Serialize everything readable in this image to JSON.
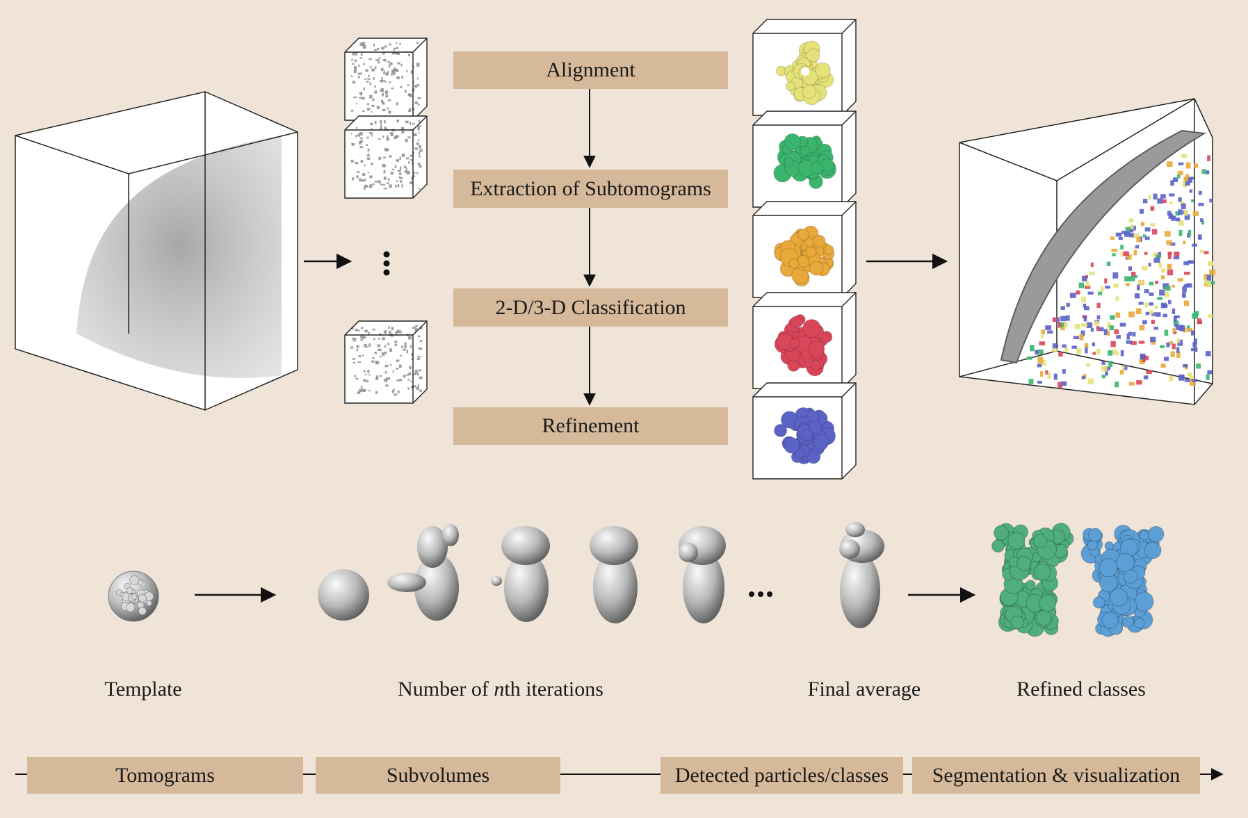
{
  "workflow": {
    "steps": [
      "Alignment",
      "Extraction of Subtomograms",
      "2-D/3-D Classification",
      "Refinement"
    ]
  },
  "captions": {
    "template": "Template",
    "iterations_prefix": "Number of ",
    "iterations_italic": "n",
    "iterations_suffix": "th iterations",
    "final_average": "Final average",
    "refined_classes": "Refined classes"
  },
  "pipeline": {
    "stages": [
      "Tomograms",
      "Subvolumes",
      "Detected particles/classes",
      "Segmentation & visualization"
    ]
  },
  "colors": {
    "background": "#f0e4d8",
    "label_box": "#d6b99a",
    "class_yellow": "#e6e27a",
    "class_green": "#3bb56e",
    "class_orange": "#e8a83a",
    "class_red": "#d9465a",
    "class_blue": "#5b63c6",
    "refined_green": "#4fae7c",
    "refined_blue": "#5b9fd6"
  }
}
